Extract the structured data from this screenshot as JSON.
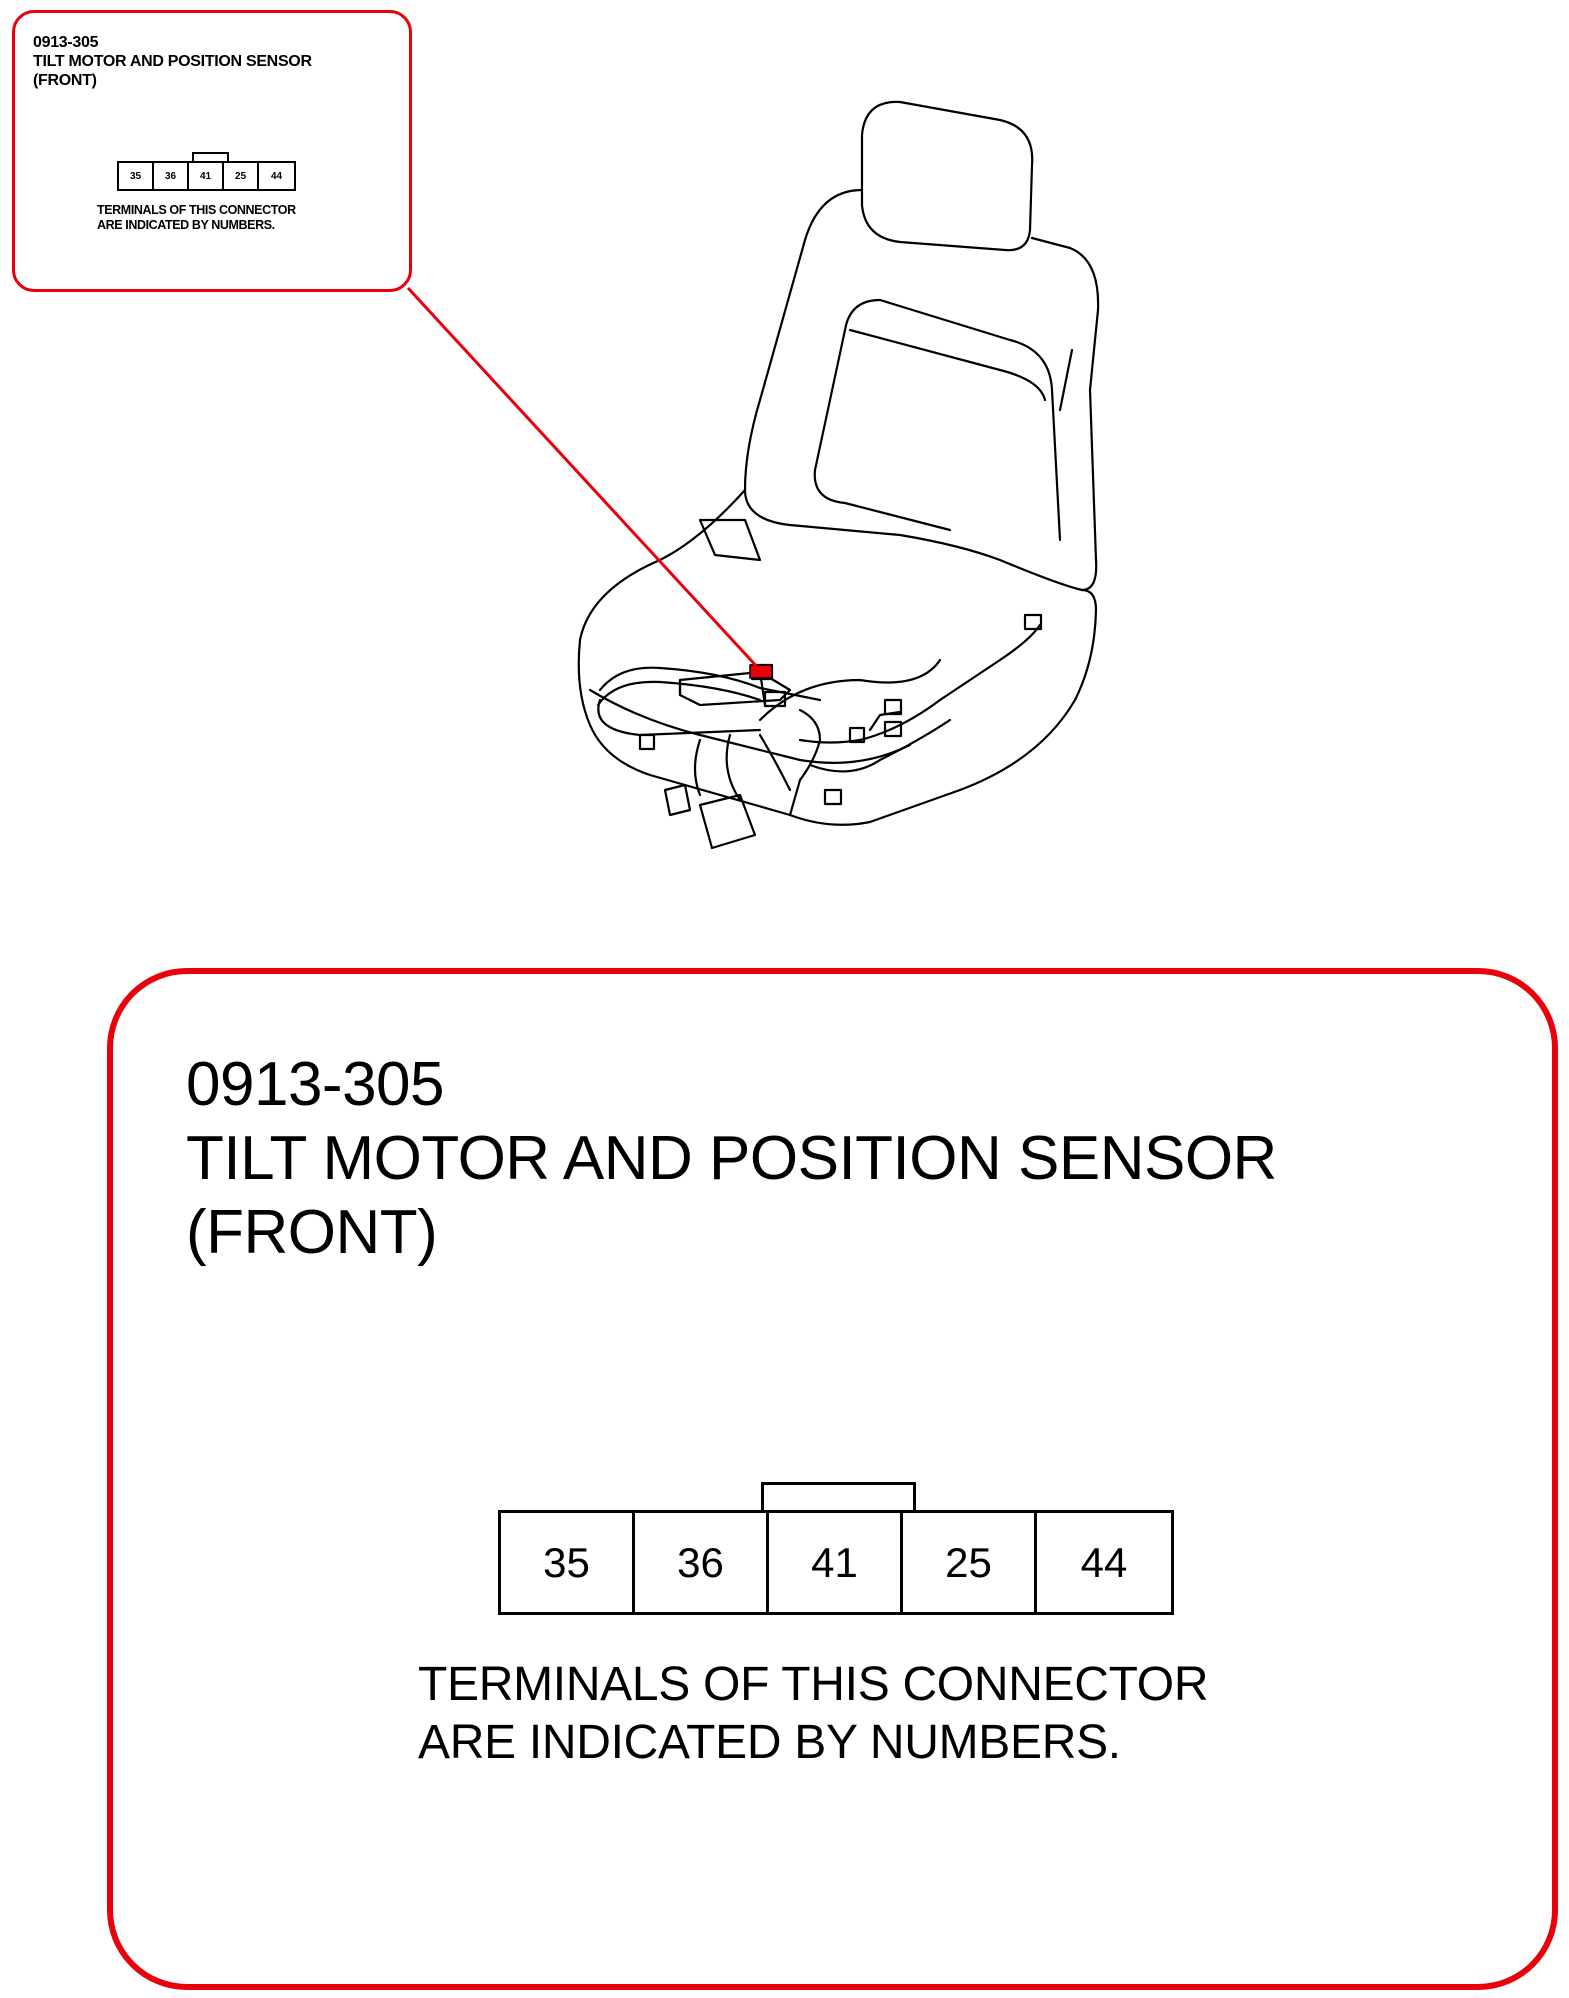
{
  "connector": {
    "code": "0913-305",
    "name_line1": "TILT MOTOR AND POSITION SENSOR",
    "name_line2": "(FRONT)",
    "terminals": [
      "35",
      "36",
      "41",
      "25",
      "44"
    ],
    "note_line1": "TERMINALS OF THIS CONNECTOR",
    "note_line2": "ARE INDICATED BY NUMBERS."
  },
  "colors": {
    "highlight": "#e8000b",
    "line": "#000000"
  },
  "icons": {
    "seat": "seat-illustration",
    "connector": "connector-location-marker"
  }
}
